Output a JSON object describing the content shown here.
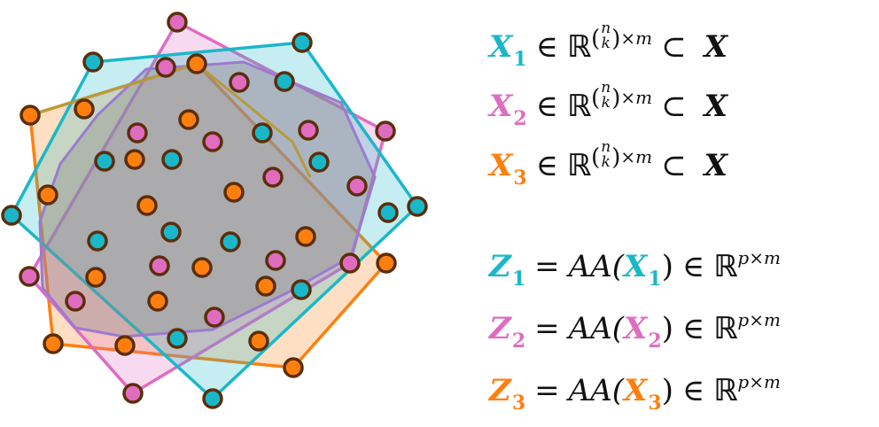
{
  "colors": {
    "cyan": "#1ab7c9",
    "pink": "#e06cc0",
    "orange": "#ff7f0e",
    "purple": "#9b7bd0",
    "point_outline": "#5a2e0a"
  },
  "equations": [
    {
      "sym": "X",
      "sub": "1",
      "color": "#1ab7c9",
      "in": "∈",
      "bb": "ℝ",
      "num": "n",
      "den": "k",
      "lp": "(",
      "rp": ")",
      "times": "×m",
      "subset": "⊂",
      "set": "X"
    },
    {
      "sym": "X",
      "sub": "2",
      "color": "#e06cc0",
      "in": "∈",
      "bb": "ℝ",
      "num": "n",
      "den": "k",
      "lp": "(",
      "rp": ")",
      "times": "×m",
      "subset": "⊂",
      "set": "X"
    },
    {
      "sym": "X",
      "sub": "3",
      "color": "#ff7f0e",
      "in": "∈",
      "bb": "ℝ",
      "num": "n",
      "den": "k",
      "lp": "(",
      "rp": ")",
      "times": "×m",
      "subset": "⊂",
      "set": "X"
    },
    {
      "sym": "Z",
      "sub": "1",
      "color": "#1ab7c9",
      "eq": "=",
      "fn": "AA(",
      "arg": "X",
      "argsub": "1",
      "close": ")",
      "in": "∈",
      "bb": "ℝ",
      "sup": "p×m"
    },
    {
      "sym": "Z",
      "sub": "2",
      "color": "#e06cc0",
      "eq": "=",
      "fn": "AA(",
      "arg": "X",
      "argsub": "2",
      "close": ")",
      "in": "∈",
      "bb": "ℝ",
      "sup": "p×m"
    },
    {
      "sym": "Z",
      "sub": "3",
      "color": "#ff7f0e",
      "eq": "=",
      "fn": "AA(",
      "arg": "X",
      "argsub": "3",
      "close": ")",
      "in": "∈",
      "bb": "ℝ",
      "sup": "p×m"
    }
  ]
}
